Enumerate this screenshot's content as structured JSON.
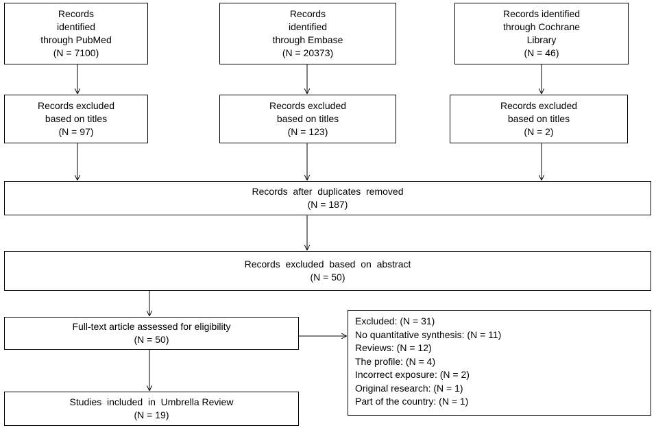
{
  "sources": [
    {
      "lines": [
        "Records",
        "identified",
        "through PubMed",
        "(N = 7100)"
      ]
    },
    {
      "lines": [
        "Records",
        "identified",
        "through Embase",
        "(N = 20373)"
      ]
    },
    {
      "lines": [
        "Records identified",
        "through Cochrane",
        "Library",
        "(N = 46)"
      ]
    }
  ],
  "title_exclusions": [
    {
      "lines": [
        "Records excluded",
        "based on titles",
        "(N = 97)"
      ]
    },
    {
      "lines": [
        "Records excluded",
        "based on titles",
        "(N = 123)"
      ]
    },
    {
      "lines": [
        "Records excluded",
        "based on titles",
        "(N = 2)"
      ]
    }
  ],
  "duplicates": {
    "lines": [
      "Records  after  duplicates  removed",
      "(N = 187)"
    ]
  },
  "abstract": {
    "lines": [
      "Records  excluded  based  on  abstract",
      "(N = 50)"
    ]
  },
  "fulltext": {
    "lines": [
      "Full-text article assessed for eligibility",
      "(N = 50)"
    ]
  },
  "included": {
    "lines": [
      "Studies  included  in  Umbrella Review",
      "(N = 19)"
    ]
  },
  "excluded_reasons": {
    "lines": [
      "Excluded: (N = 31)",
      "No quantitative synthesis: (N = 11)",
      "Reviews: (N = 12)",
      "The profile: (N = 4)",
      "Incorrect exposure: (N = 2)",
      "Original research: (N = 1)",
      "Part of the country: (N = 1)"
    ]
  }
}
